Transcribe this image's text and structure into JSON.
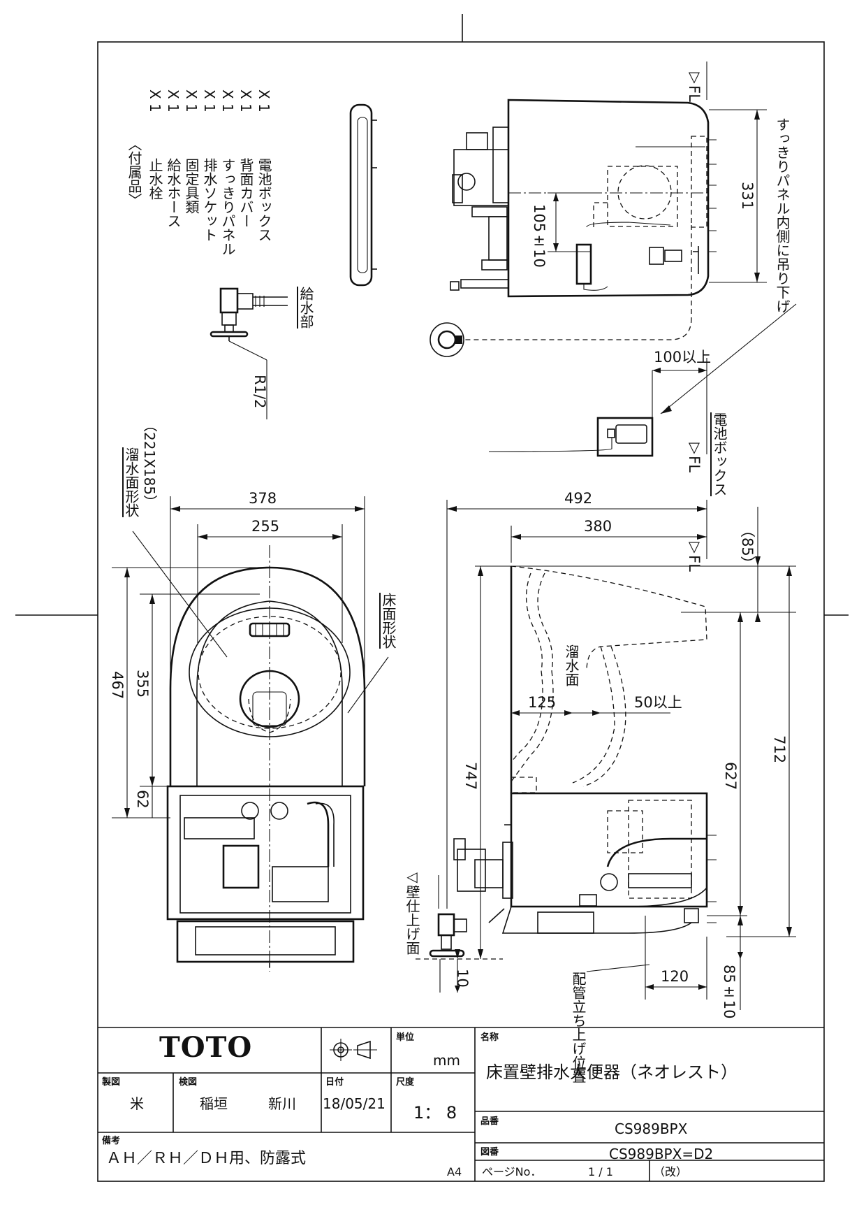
{
  "accessories": {
    "header": "〈付属品〉",
    "items": [
      {
        "name": "止水栓",
        "qty": "X 1"
      },
      {
        "name": "給水ホース",
        "qty": "X 1"
      },
      {
        "name": "固定具類",
        "qty": "X 1"
      },
      {
        "name": "排水ソケット",
        "qty": "X 1"
      },
      {
        "name": "すっきりパネル",
        "qty": "X 1"
      },
      {
        "name": "背面カバー",
        "qty": "X 1"
      },
      {
        "name": "電池ボックス",
        "qty": "X 1"
      }
    ]
  },
  "labels": {
    "water_supply": "給水部",
    "r12": "R1/2",
    "hang_note": "すっきりパネル内側に吊り下げ",
    "battery_box": "電池ボックス",
    "fl1": "▽FL",
    "fl2": "▽FL",
    "fl3": "▽FL",
    "water_surface_shape": "溜水面形状",
    "water_surface_size": "（221X185）",
    "floor_shape": "床面形状",
    "water_surface": "溜水面",
    "wall_finish": "◁壁仕上げ面",
    "pipe_position": "配管立ち上げ位置"
  },
  "dims": {
    "d331": "331",
    "d105": "105±10",
    "d100": "100以上",
    "d378": "378",
    "d255": "255",
    "d467": "467",
    "d355": "355",
    "d62": "62",
    "d492": "492",
    "d380": "380",
    "d85p": "（85）",
    "d712": "712",
    "d627": "627",
    "d747": "747",
    "d125": "125",
    "d50": "50以上",
    "d10": "10",
    "d120": "120",
    "d85": "85±10"
  },
  "title_block": {
    "brand": "TOTO",
    "unit_label": "単位",
    "unit": "mm",
    "name_label": "名称",
    "name": "床置壁排水大便器（ネオレスト）",
    "drawn_label": "製図",
    "drawn_by": "米",
    "check_label": "検図",
    "checker1": "稲垣",
    "checker2": "新川",
    "date_label": "日付",
    "date": "18/05/21",
    "scale_label": "尺度",
    "scale": "1： 8",
    "product_label": "品番",
    "product_no": "CS989BPX",
    "remarks_label": "備考",
    "remarks": "ＡＨ／ＲＨ／ＤＨ用、防露式",
    "drawing_label": "図番",
    "drawing_no": "CS989BPX=D2",
    "paper": "A4",
    "page_label": "ページNo．",
    "page": "1 / 1",
    "rev": "（改）"
  }
}
